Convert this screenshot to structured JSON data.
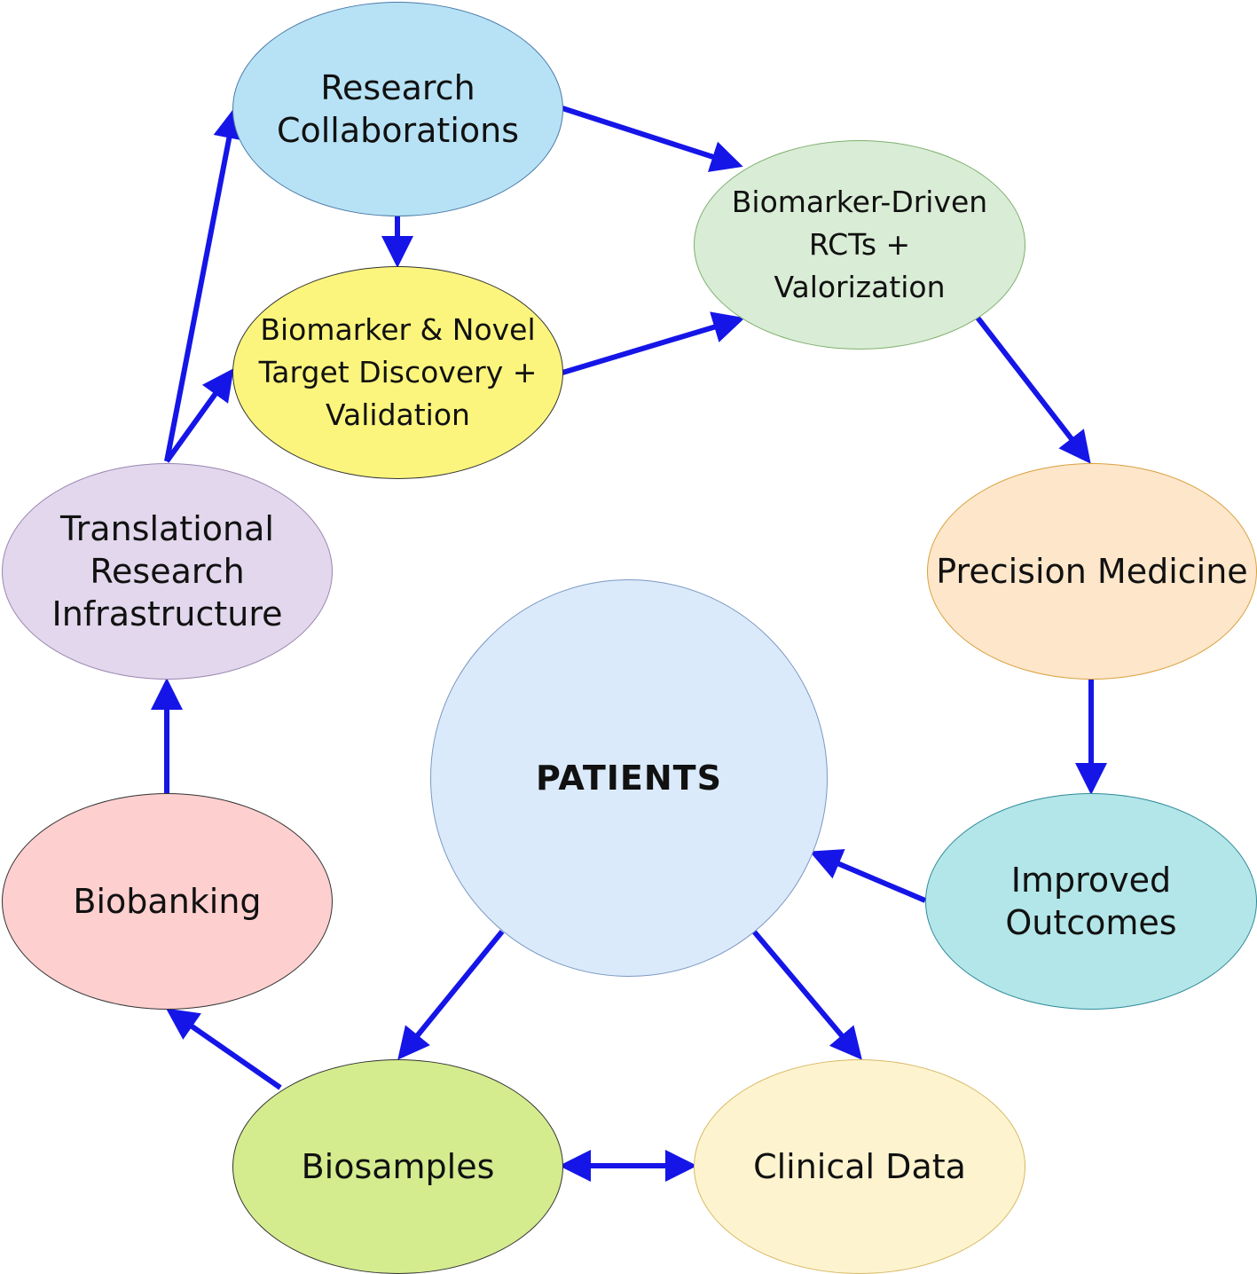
{
  "nodes": {
    "research_collaborations": {
      "label": "Research\nCollaborations",
      "fill": "#b7e2f5",
      "stroke": "#4a7aa8"
    },
    "biomarker_driven_rcts": {
      "label": "Biomarker-Driven\nRCTs +\nValorization",
      "fill": "#d9ecd5",
      "stroke": "#7fb06f"
    },
    "biomarker_discovery": {
      "label": "Biomarker & Novel\nTarget Discovery +\nValidation",
      "fill": "#fbf57d",
      "stroke": "#333333"
    },
    "translational_research": {
      "label": "Translational\nResearch\nInfrastructure",
      "fill": "#e2d7ec",
      "stroke": "#9a86b0"
    },
    "precision_medicine": {
      "label": "Precision Medicine",
      "fill": "#fde6ca",
      "stroke": "#d9a13f"
    },
    "patients": {
      "label": "PATIENTS",
      "fill": "#dbeafb",
      "stroke": "#7b98c2"
    },
    "improved_outcomes": {
      "label": "Improved\nOutcomes",
      "fill": "#b3e6e8",
      "stroke": "#2e8a9a"
    },
    "biobanking": {
      "label": "Biobanking",
      "fill": "#fdcfcf",
      "stroke": "#333333"
    },
    "biosamples": {
      "label": "Biosamples",
      "fill": "#d4ec8e",
      "stroke": "#333333"
    },
    "clinical_data": {
      "label": "Clinical Data",
      "fill": "#fdf4cf",
      "stroke": "#d8b863"
    }
  },
  "edges": [
    {
      "from": "research_collaborations",
      "to": "biomarker_driven_rcts",
      "type": "directed"
    },
    {
      "from": "research_collaborations",
      "to": "biomarker_discovery",
      "type": "directed"
    },
    {
      "from": "biomarker_discovery",
      "to": "biomarker_driven_rcts",
      "type": "directed"
    },
    {
      "from": "biomarker_driven_rcts",
      "to": "precision_medicine",
      "type": "directed"
    },
    {
      "from": "precision_medicine",
      "to": "improved_outcomes",
      "type": "directed"
    },
    {
      "from": "improved_outcomes",
      "to": "patients",
      "type": "directed"
    },
    {
      "from": "patients",
      "to": "biosamples",
      "type": "directed"
    },
    {
      "from": "patients",
      "to": "clinical_data",
      "type": "directed"
    },
    {
      "from": "biosamples",
      "to": "clinical_data",
      "type": "bidirectional"
    },
    {
      "from": "biosamples",
      "to": "biobanking",
      "type": "directed"
    },
    {
      "from": "biobanking",
      "to": "translational_research",
      "type": "directed"
    },
    {
      "from": "translational_research",
      "to": "research_collaborations",
      "type": "directed"
    },
    {
      "from": "translational_research",
      "to": "biomarker_discovery",
      "type": "directed"
    }
  ],
  "colors": {
    "arrow": "#1515e8"
  }
}
